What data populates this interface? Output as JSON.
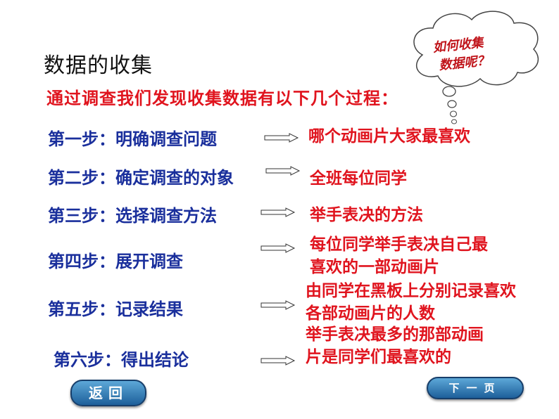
{
  "title": "数据的收集",
  "intro": "通过调查我们发现收集数据有以下几个过程：",
  "thought_bubble": {
    "line1": "如何收集",
    "line2": "数据呢？"
  },
  "steps": [
    {
      "label": "第一步：明确调查问题",
      "desc1": "哪个动画片大家最喜欢",
      "desc2": ""
    },
    {
      "label": "第二步：确定调查的对象",
      "desc1": "全班每位同学",
      "desc2": ""
    },
    {
      "label": "第三步：选择调查方法",
      "desc1": "举手表决的方法",
      "desc2": ""
    },
    {
      "label": "第四步：展开调查",
      "desc1": "每位同学举手表决自己最",
      "desc2": "喜欢的一部动画片"
    },
    {
      "label": "第五步：记录结果",
      "desc1": "由同学在黑板上分别记录喜欢",
      "desc2": "各部动画片的人数"
    },
    {
      "label": "第六步：得出结论",
      "desc1": "举手表决最多的那部动画",
      "desc2": "片是同学们最喜欢的"
    }
  ],
  "nav": {
    "back_label": "返回",
    "next_label": "下一页"
  }
}
